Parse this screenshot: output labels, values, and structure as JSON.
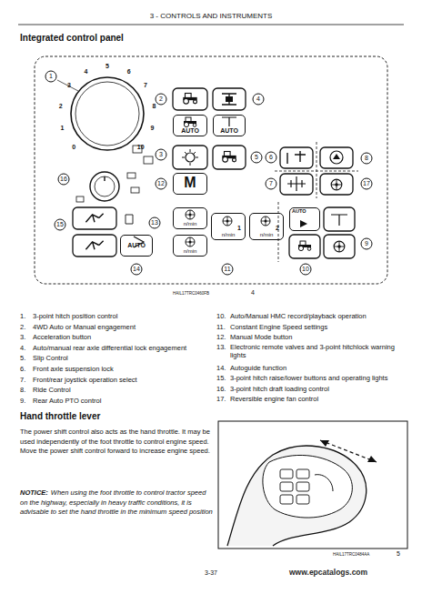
{
  "diagram": {
    "nodes": [
      {
        "text": [
          "AUTO"
        ]
      },
      {
        "text": [
          "AUTO"
        ]
      },
      {
        "text": [
          "M"
        ]
      },
      {
        "text": [
          "n/min"
        ]
      },
      {
        "text": [
          "1",
          "n/min"
        ]
      },
      {
        "text": [
          "2",
          "n/min"
        ]
      },
      {
        "text": [
          "n/min"
        ]
      },
      {
        "text": [
          "AUTO"
        ]
      },
      {
        "text": [
          "AUTO"
        ]
      }
    ],
    "labels": [
      "3 - CONTROLS AND INSTRUMENTS",
      "Integrated control panel",
      "0",
      "1",
      "2",
      "3",
      "4",
      "5",
      "6",
      "7",
      "8",
      "9",
      "10",
      "1",
      "2",
      "3",
      "4",
      "5",
      "6",
      "7",
      "8",
      "9",
      "10",
      "11",
      "12",
      "13",
      "14",
      "15",
      "16",
      "17",
      "HAIL17TRC0460FB",
      "4",
      "1.",
      "2.",
      "3.",
      "4.",
      "5.",
      "6.",
      "7.",
      "8.",
      "9.",
      "10.",
      "11.",
      "12.",
      "13.",
      "14.",
      "15.",
      "16.",
      "17.",
      "3-point hitch position control",
      "4WD Auto or Manual engagement",
      "Acceleration button",
      "Auto/manual rear axle differential lock engagement",
      "Slip Control",
      "Front axle suspension lock",
      "Front/rear joystick operation select",
      "Ride Control",
      "Rear Auto PTO control",
      "Auto/Manual HMC record/playback operation",
      "Constant Engine Speed settings",
      "Manual Mode button",
      "Electronic remote valves and 3-point hitchlock warning lights",
      "Autoguide function",
      "3-point hitch raise/lower buttons and operating lights",
      "3-point hitch draft loading control",
      "Reversible engine fan control",
      "Hand throttle lever",
      "The power shift control also acts as the hand throttle. It may be used independently of the foot throttle to control engine speed. Move the power shift control forward to increase engine speed.",
      "NOTICE:",
      "When using the foot throttle to control tractor speed on the highway, especially in heavy traffic conditions, it is advisable to set the hand throttle in the minimum speed position",
      "HAIL17TRC0484AA",
      "5",
      "3-37",
      "www.epcatalogs.com"
    ]
  }
}
